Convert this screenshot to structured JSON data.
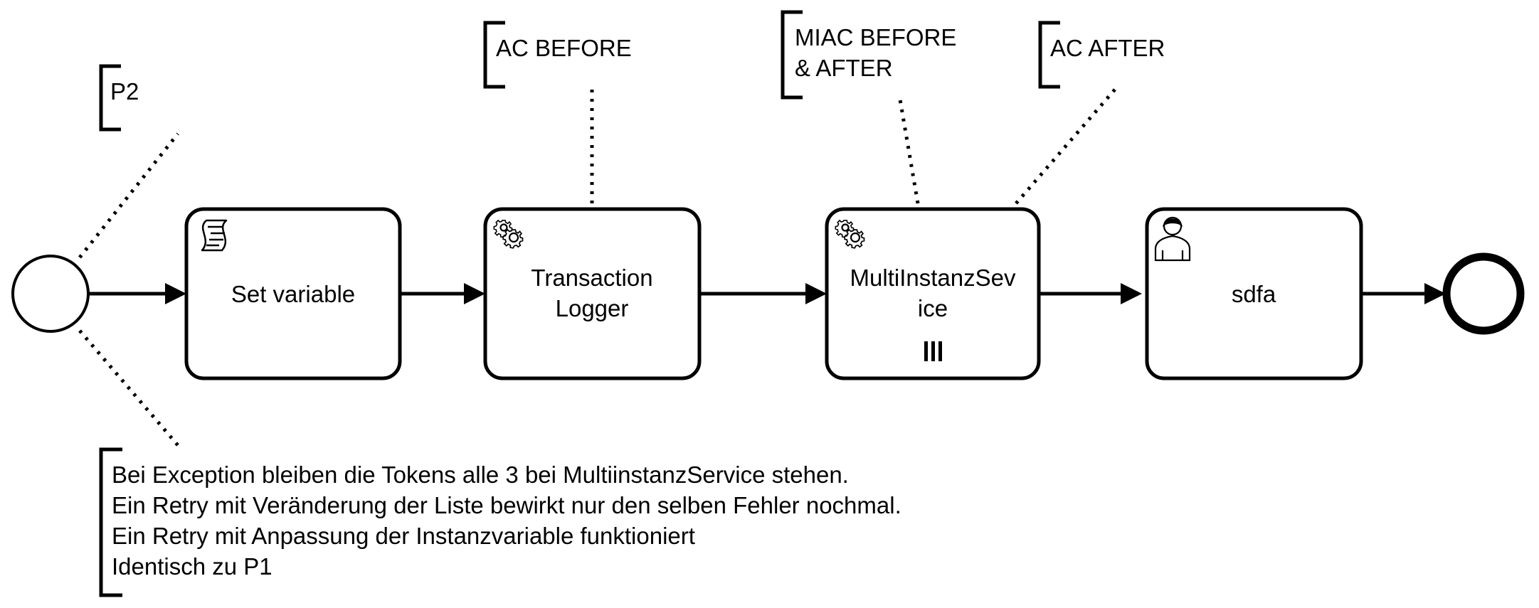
{
  "diagram": {
    "tasks": [
      {
        "id": "set-variable",
        "type": "script",
        "icon": "script-icon",
        "lines": [
          "Set variable"
        ]
      },
      {
        "id": "transaction-logger",
        "type": "service",
        "icon": "gear-icon",
        "lines": [
          "Transaction",
          "Logger"
        ]
      },
      {
        "id": "multi-instanz-service",
        "type": "service",
        "icon": "gear-icon",
        "marker": "parallel-multi-instance-icon",
        "lines": [
          "MultiInstanzSev",
          "ice"
        ]
      },
      {
        "id": "sdfa",
        "type": "user",
        "icon": "user-icon",
        "lines": [
          "sdfa"
        ]
      }
    ],
    "annotations": {
      "p2": [
        "P2"
      ],
      "ac_before": [
        "AC BEFORE"
      ],
      "miac": [
        "MIAC BEFORE",
        "& AFTER"
      ],
      "ac_after": [
        "AC AFTER"
      ],
      "note": [
        "Bei Exception bleiben die Tokens alle 3 bei MultiinstanzService stehen.",
        "Ein Retry mit Veränderung der Liste bewirkt nur den selben Fehler nochmal.",
        "Ein Retry mit Anpassung der Instanzvariable funktioniert",
        "Identisch zu P1"
      ]
    },
    "events": {
      "start": "start-event",
      "end": "end-event"
    },
    "colors": {
      "stroke": "#000000",
      "fill": "#ffffff"
    }
  }
}
